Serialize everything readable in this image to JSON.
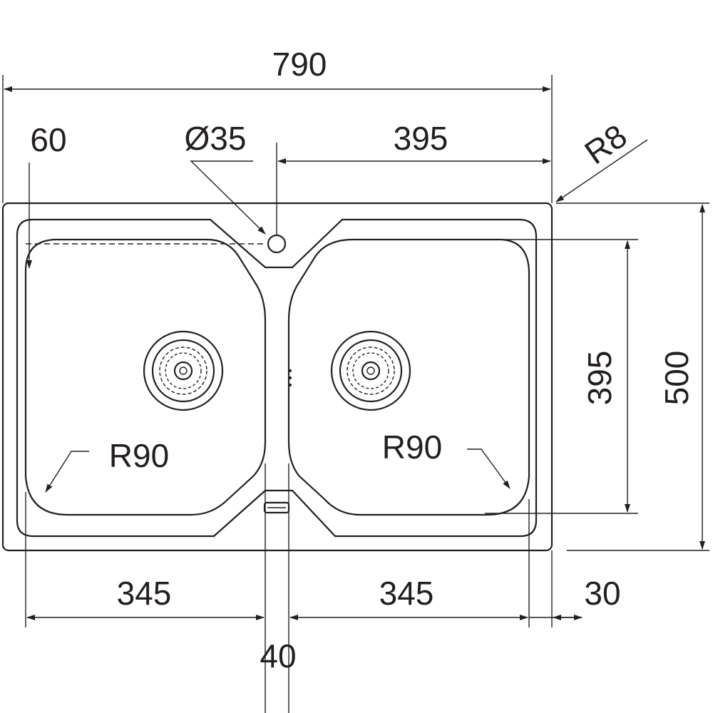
{
  "dimensions": {
    "overall_width": "790",
    "offset_top": "60",
    "tap_hole_diameter": "Ø35",
    "tap_hole_to_edge": "395",
    "corner_radius": "R8",
    "bowl_depth_extent": "395",
    "overall_depth": "500",
    "left_bowl_radius": "R90",
    "right_bowl_radius": "R90",
    "left_bowl_width": "345",
    "right_bowl_width": "345",
    "divider_width": "40",
    "edge_margin": "30"
  },
  "colors": {
    "ink": "#231f20",
    "background": "#ffffff"
  }
}
